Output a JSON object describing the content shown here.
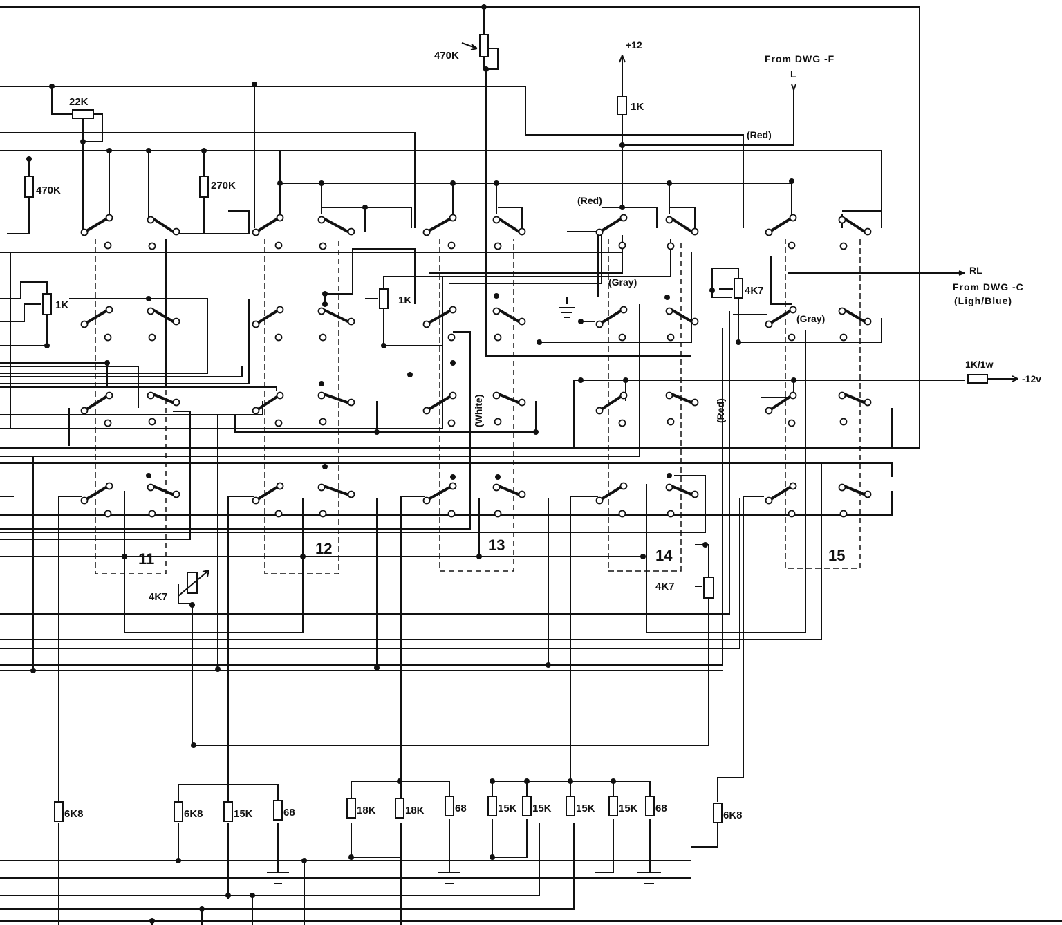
{
  "supply": {
    "plus12": "+12",
    "minus12": "-12v",
    "r_1k1w": "1K/1w"
  },
  "refs": {
    "from_dwg_f": "From DWG -F",
    "from_dwg_f_pin": "L",
    "rl": "RL",
    "from_dwg_c": "From DWG -C",
    "from_dwg_c_sub": "(Ligh/Blue)"
  },
  "wire_colors": {
    "red_top": "(Red)",
    "red_mid": "(Red)",
    "gray_1": "(Gray)",
    "gray_2": "(Gray)",
    "white": "(White)",
    "red_vert": "(Red)"
  },
  "resistors_top": {
    "r470k_pot": "470K",
    "r22k": "22K",
    "r1k_top": "1K",
    "r470k_left": "470K",
    "r270k": "270K",
    "r1k_pot_left": "1K",
    "r1k_pot_mid": "1K",
    "r4k7_right": "4K7"
  },
  "mid": {
    "r4k7_var": "4K7",
    "r4k7_pot": "4K7"
  },
  "switch_groups": [
    "11",
    "12",
    "13",
    "14",
    "15"
  ],
  "resistors_bottom": [
    "6K8",
    "6K8",
    "15K",
    "68",
    "18K",
    "18K",
    "68",
    "15K",
    "15K",
    "15K",
    "15K",
    "68",
    "6K8"
  ]
}
